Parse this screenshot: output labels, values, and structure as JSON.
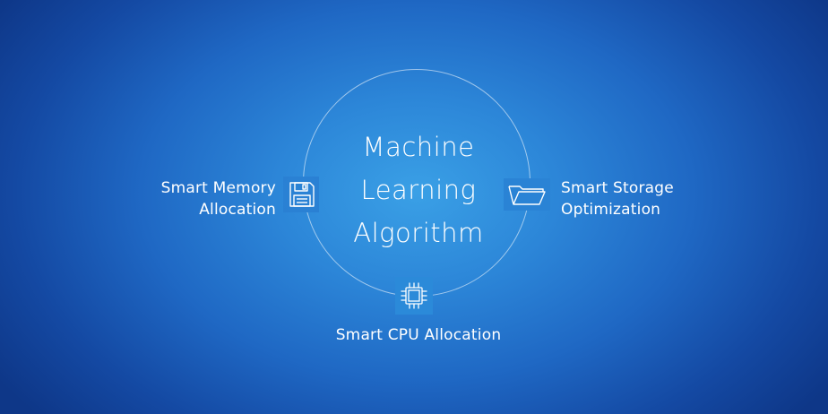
{
  "diagram": {
    "center_title": [
      "Machine",
      "Learning",
      "Algorithm"
    ],
    "nodes": {
      "memory": {
        "lines": [
          "Smart Memory",
          "Allocation"
        ],
        "icon": "floppy-disk-icon"
      },
      "storage": {
        "lines": [
          "Smart Storage",
          "Optimization"
        ],
        "icon": "folder-icon"
      },
      "cpu": {
        "lines": [
          "Smart CPU Allocation"
        ],
        "icon": "cpu-chip-icon"
      }
    }
  },
  "colors": {
    "background_center": "#3aa0e6",
    "background_edge": "#0e3788",
    "foreground": "#ffffff"
  }
}
